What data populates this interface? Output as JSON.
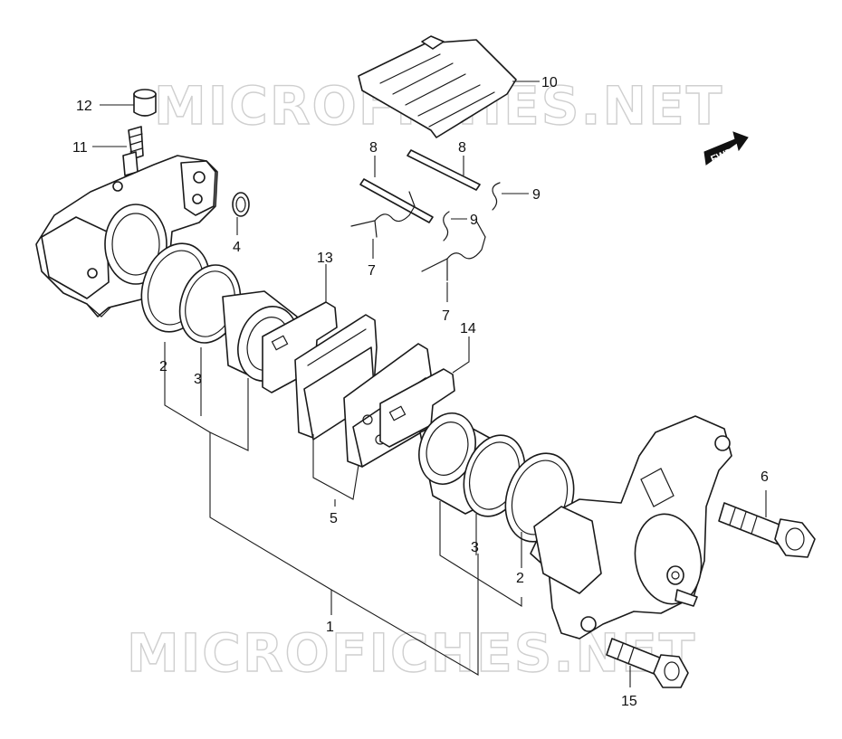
{
  "watermark": {
    "top": "MICROFICHES.NET",
    "bottom": "MICROFICHES.NET",
    "color": "#cfcfcf"
  },
  "fwd_badge": {
    "label": "FWD"
  },
  "callouts": {
    "c1": "1",
    "c2a": "2",
    "c2b": "2",
    "c3a": "3",
    "c3b": "3",
    "c4": "4",
    "c5": "5",
    "c6": "6",
    "c7a": "7",
    "c7b": "7",
    "c8a": "8",
    "c8b": "8",
    "c9a": "9",
    "c9b": "9",
    "c10": "10",
    "c11": "11",
    "c12": "12",
    "c13": "13",
    "c14": "14",
    "c15": "15"
  },
  "colors": {
    "line": "#1a1a1a",
    "background": "#ffffff"
  }
}
